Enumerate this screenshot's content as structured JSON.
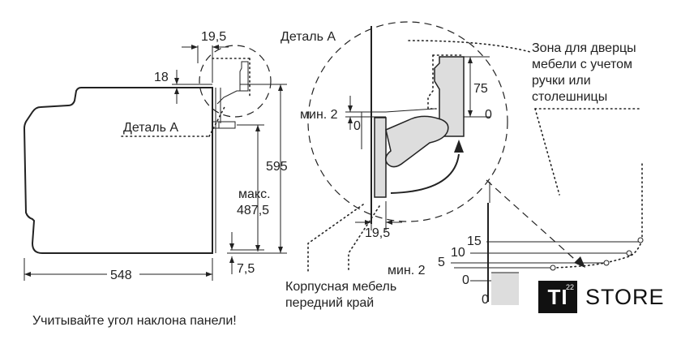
{
  "labels": {
    "detail_a_callout": "Деталь А",
    "detail_a_title": "Деталь А",
    "zone_note": [
      "Зона для дверцы",
      "мебели с учетом",
      "ручки или",
      "столешницы"
    ],
    "cabinet_note": [
      "Корпусная мебель",
      "передний край"
    ],
    "footer_note": "Учитывайте угол наклона панели!"
  },
  "dimensions": {
    "d_19_5_top": "19,5",
    "d_18": "18",
    "d_595": "595",
    "d_max_label": "макс.",
    "d_487_5": "487,5",
    "d_548": "548",
    "d_7_5": "7,5",
    "d_75": "75",
    "d_0_right": "0",
    "d_min2_detail": "мин. 2",
    "d_0_detail": "0",
    "d_19_5_detail": "19,5",
    "d_15": "15",
    "d_10": "10",
    "d_5": "5",
    "d_min2_angle": "мин. 2",
    "d_0_angle": "0",
    "d_0_bottom": "0"
  },
  "logo": {
    "mark": "TI",
    "superscript": "22",
    "text": "STORE"
  }
}
